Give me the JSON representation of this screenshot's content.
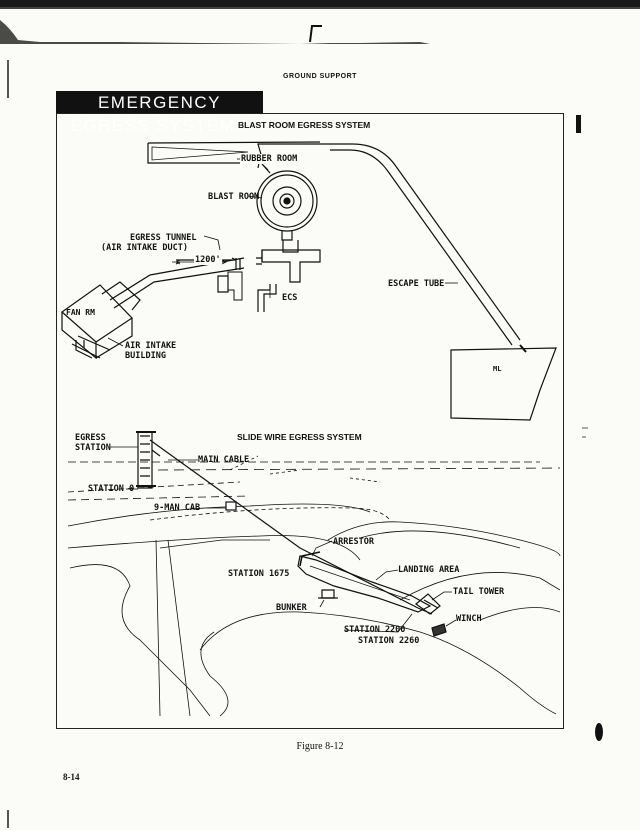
{
  "header": {
    "running_title": "GROUND SUPPORT"
  },
  "banner": {
    "title": "EMERGENCY EGRESS SYSTEMS"
  },
  "blast_section": {
    "title": "BLAST ROOM EGRESS SYSTEM",
    "labels": {
      "rubber_room": "RUBBER ROOM",
      "blast_room": "BLAST ROOM",
      "egress_tunnel_1": "EGRESS TUNNEL",
      "egress_tunnel_2": "(AIR INTAKE DUCT)",
      "distance": "1200'",
      "fan_rm": "FAN RM",
      "air_intake_1": "AIR INTAKE",
      "air_intake_2": "BUILDING",
      "ecs": "ECS",
      "escape_tube": "ESCAPE TUBE",
      "ml": "ML"
    }
  },
  "slide_section": {
    "title": "SLIDE WIRE EGRESS SYSTEM",
    "labels": {
      "egress_station_1": "EGRESS",
      "egress_station_2": "STATION",
      "main_cable": "MAIN CABLE",
      "station_0": "STATION 0",
      "cab": "9-MAN CAB",
      "arrestor": "ARRESTOR",
      "landing_area": "LANDING AREA",
      "station_1675": "STATION 1675",
      "tail_tower": "TAIL TOWER",
      "bunker": "BUNKER",
      "winch": "WINCH",
      "station_2200": "STATION 2200",
      "station_2260": "STATION 2260"
    }
  },
  "caption": "Figure 8-12",
  "page_number": "8-14"
}
